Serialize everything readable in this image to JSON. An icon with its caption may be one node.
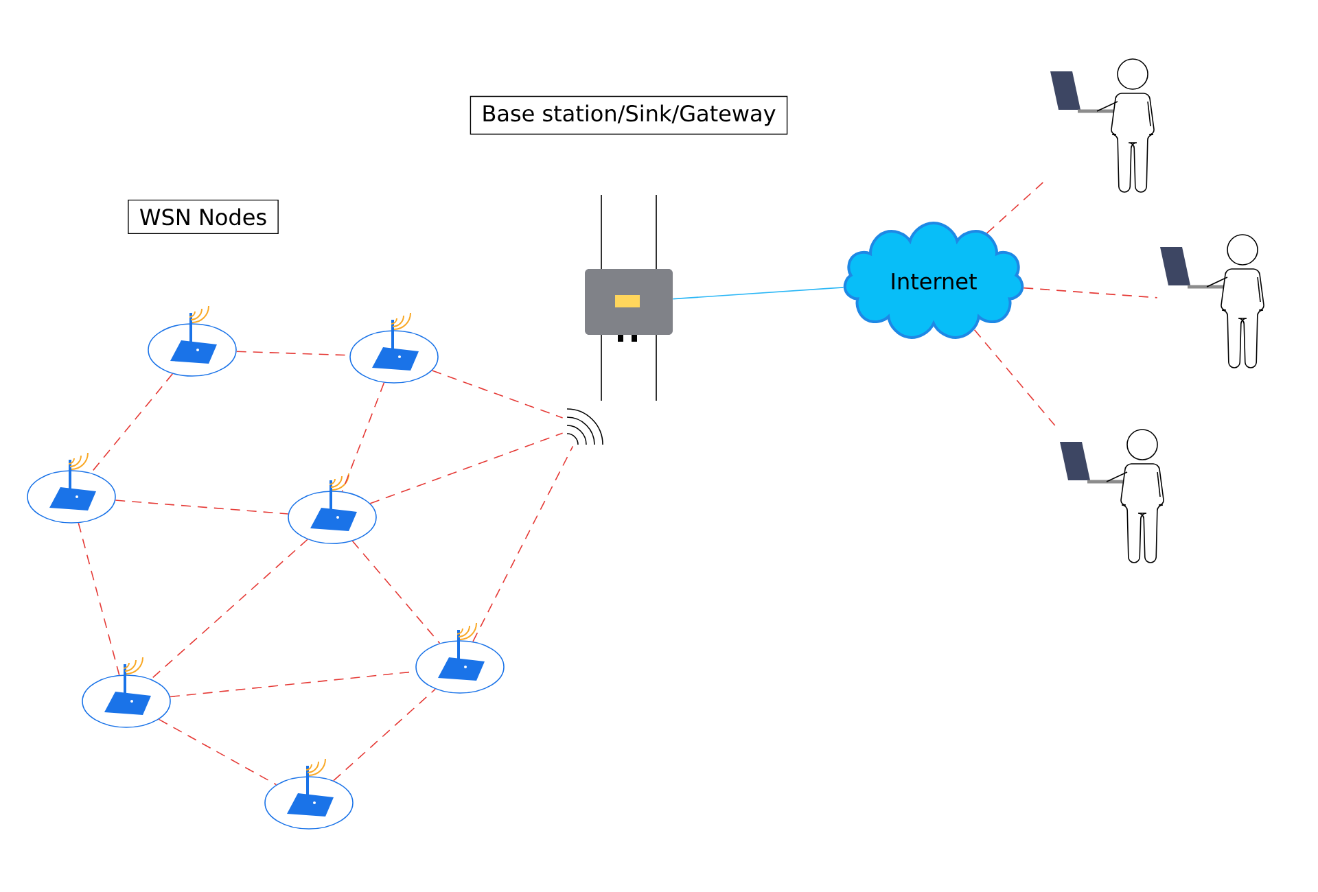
{
  "diagram": {
    "nodes": [
      {
        "text": [
          "WSN Nodes"
        ]
      },
      {
        "text": [
          "Base station/Sink/Gateway"
        ]
      },
      {
        "text": [],
        "shape": "picture"
      },
      {
        "text": [],
        "shape": "picture"
      },
      {
        "text": [],
        "shape": "picture"
      },
      {
        "text": [],
        "shape": "picture"
      },
      {
        "text": [],
        "shape": "picture"
      },
      {
        "text": [],
        "shape": "picture"
      },
      {
        "text": [],
        "shape": "picture"
      },
      {
        "text": [],
        "shape": "picture"
      },
      {
        "text": [],
        "shape": "picture"
      },
      {
        "text": [
          "Internet"
        ]
      },
      {
        "text": [],
        "shape": "person"
      },
      {
        "text": [],
        "shape": "person"
      },
      {
        "text": [],
        "shape": "person"
      }
    ],
    "edges": [
      {
        "from": 2,
        "to": 3,
        "arrow": "none",
        "style": "dashed"
      },
      {
        "from": 2,
        "to": 4,
        "arrow": "none",
        "style": "dashed"
      },
      {
        "from": 3,
        "to": 5,
        "arrow": "none",
        "style": "dashed"
      },
      {
        "from": 3,
        "to": 9,
        "arrow": "none",
        "style": "dashed"
      },
      {
        "from": 4,
        "to": 5,
        "arrow": "none",
        "style": "dashed"
      },
      {
        "from": 4,
        "to": 6,
        "arrow": "none",
        "style": "dashed"
      },
      {
        "from": 5,
        "to": 9,
        "arrow": "none",
        "style": "dashed"
      },
      {
        "from": 5,
        "to": 6,
        "arrow": "none",
        "style": "dashed"
      },
      {
        "from": 5,
        "to": 7,
        "arrow": "none",
        "style": "dashed"
      },
      {
        "from": 6,
        "to": 7,
        "arrow": "none",
        "style": "dashed"
      },
      {
        "from": 6,
        "to": 8,
        "arrow": "none",
        "style": "dashed"
      },
      {
        "from": 8,
        "to": 7,
        "arrow": "none",
        "style": "dashed"
      },
      {
        "from": 7,
        "to": 9,
        "arrow": "none",
        "style": "dashed"
      },
      {
        "from": 10,
        "to": 11,
        "arrow": "none",
        "color": "#29b6f6"
      },
      {
        "from": 11,
        "to": 12,
        "arrow": "none",
        "style": "dashed"
      },
      {
        "from": 11,
        "to": 13,
        "arrow": "none",
        "style": "dashed"
      },
      {
        "from": 11,
        "to": 14,
        "arrow": "none",
        "style": "dashed"
      }
    ]
  }
}
